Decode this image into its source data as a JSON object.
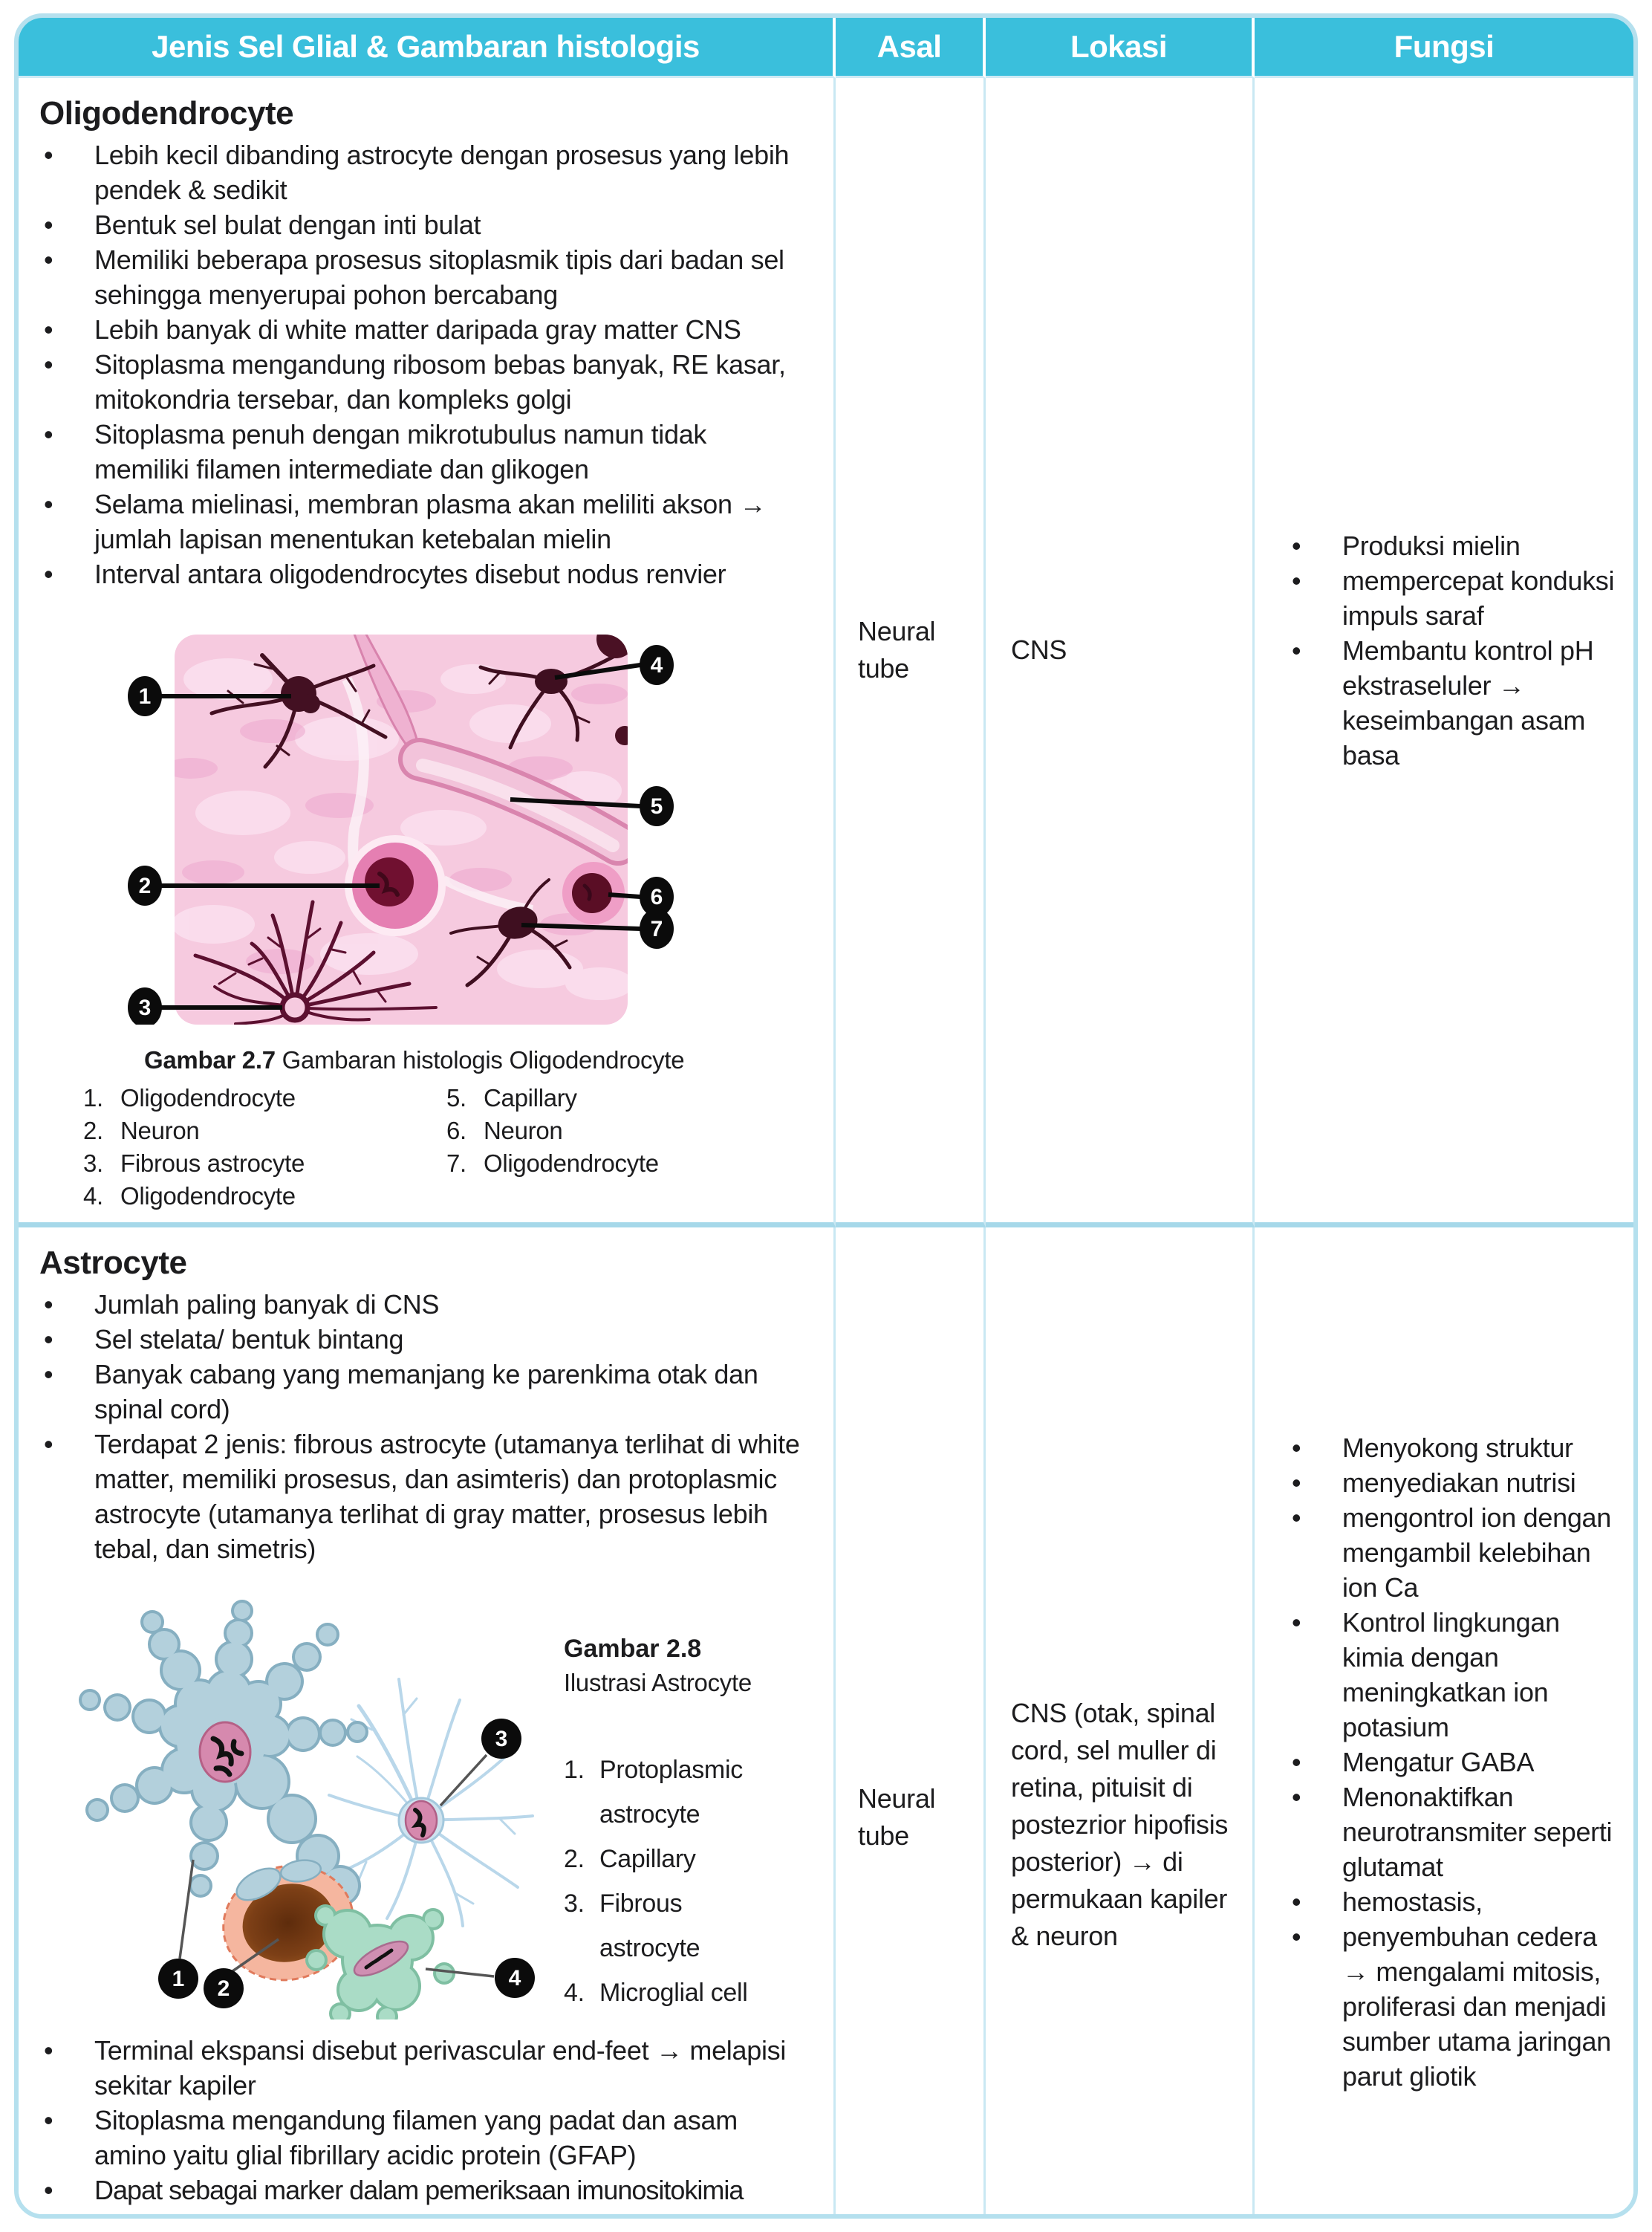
{
  "ui": {
    "bullet": "•"
  },
  "colors": {
    "header_bg": "#3abfdc",
    "outer_border": "#b5e0ee",
    "grid_line": "#c9e8f3",
    "row_divider": "#a6d8e9",
    "text": "#1c1c1e",
    "badge": "#0b0b0b"
  },
  "header": {
    "col1": "Jenis Sel Glial & Gambaran histologis",
    "col2": "Asal",
    "col3": "Lokasi",
    "col4": "Fungsi"
  },
  "row1": {
    "title": "Oligodendrocyte",
    "bullets": [
      "Lebih kecil dibanding astrocyte dengan prosesus yang lebih pendek & sedikit",
      "Bentuk sel bulat dengan inti bulat",
      "Memiliki beberapa prosesus sitoplasmik tipis dari badan sel sehingga menyerupai pohon bercabang",
      "Lebih banyak di white matter daripada gray matter CNS",
      "Sitoplasma mengandung ribosom bebas banyak, RE kasar, mitokondria tersebar, dan kompleks golgi",
      "Sitoplasma penuh dengan mikrotubulus namun tidak memiliki filamen intermediate dan glikogen",
      "Selama mielinasi, membran plasma akan meliliti akson → jumlah lapisan menentukan ketebalan mielin",
      "Interval antara oligodendrocytes disebut nodus renvier"
    ],
    "figure": {
      "caption_bold": "Gambar 2.7",
      "caption_rest": " Gambaran histologis Oligodendrocyte",
      "badges": [
        "1",
        "2",
        "3",
        "4",
        "5",
        "6",
        "7"
      ],
      "legend_left": [
        {
          "num": "1.",
          "label": "Oligodendrocyte"
        },
        {
          "num": "2.",
          "label": "Neuron"
        },
        {
          "num": "3.",
          "label": "Fibrous astrocyte"
        },
        {
          "num": "4.",
          "label": "Oligodendrocyte"
        }
      ],
      "legend_right": [
        {
          "num": "5.",
          "label": "Capillary"
        },
        {
          "num": "6.",
          "label": "Neuron"
        },
        {
          "num": "7.",
          "label": "Oligodendrocyte"
        }
      ]
    },
    "asal": "Neural tube",
    "lokasi": "CNS",
    "fungsi": [
      "Produksi mielin",
      "mempercepat konduksi impuls saraf",
      "Membantu kontrol pH ekstraseluler → keseimbangan asam basa"
    ]
  },
  "row2": {
    "title": "Astrocyte",
    "bullets_top": [
      "Jumlah paling banyak di CNS",
      "Sel stelata/ bentuk bintang",
      "Banyak cabang yang memanjang ke parenkima otak dan spinal cord)",
      "Terdapat 2 jenis: fibrous astrocyte (utamanya terlihat di white matter, memiliki prosesus, dan asimteris) dan protoplasmic astrocyte (utamanya terlihat di gray matter, prosesus lebih tebal, dan simetris)"
    ],
    "figure": {
      "caption_bold": "Gambar 2.8",
      "caption_sub": "Ilustrasi Astrocyte",
      "badges": [
        "1",
        "2",
        "3",
        "4"
      ],
      "legend": [
        {
          "num": "1.",
          "label": "Protoplasmic astrocyte"
        },
        {
          "num": "2.",
          "label": "Capillary"
        },
        {
          "num": "3.",
          "label": "Fibrous astrocyte"
        },
        {
          "num": "4.",
          "label": "Microglial cell"
        }
      ]
    },
    "bullets_bottom": [
      "Terminal ekspansi disebut perivascular end-feet → melapisi sekitar kapiler",
      "Sitoplasma mengandung filamen yang padat dan asam amino yaitu glial fibrillary acidic protein (GFAP)",
      "Dapat sebagai marker dalam pemeriksaan imunositokimia"
    ],
    "asal": "Neural tube",
    "lokasi": "CNS (otak, spinal cord, sel muller di retina, pituisit di postezrior hipofisis posterior) → di permukaan kapiler & neuron",
    "fungsi": [
      "Menyokong struktur",
      "menyediakan nutrisi",
      "mengontrol ion dengan mengambil kelebihan ion Ca",
      "Kontrol lingkungan kimia dengan meningkatkan ion potasium",
      "Mengatur GABA",
      "Menonaktifkan neurotransmiter seperti glutamat",
      "hemostasis,",
      "penyembuhan cedera → mengalami mitosis, proliferasi dan menjadi sumber utama jaringan parut gliotik"
    ]
  }
}
